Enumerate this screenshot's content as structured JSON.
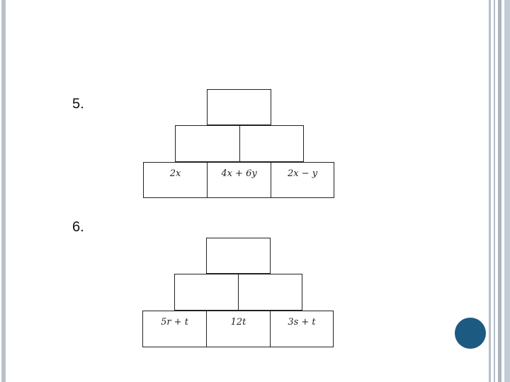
{
  "problems": [
    {
      "number": "5.",
      "bottom_row": [
        "2x",
        "4x + 6y",
        "2x − y"
      ]
    },
    {
      "number": "6.",
      "bottom_row": [
        "5r + t",
        "12t",
        "3s + t"
      ]
    }
  ],
  "colors": {
    "frame": "#b8c2cb",
    "accent_circle": "#1c5a82",
    "cell_border": "#222222"
  }
}
